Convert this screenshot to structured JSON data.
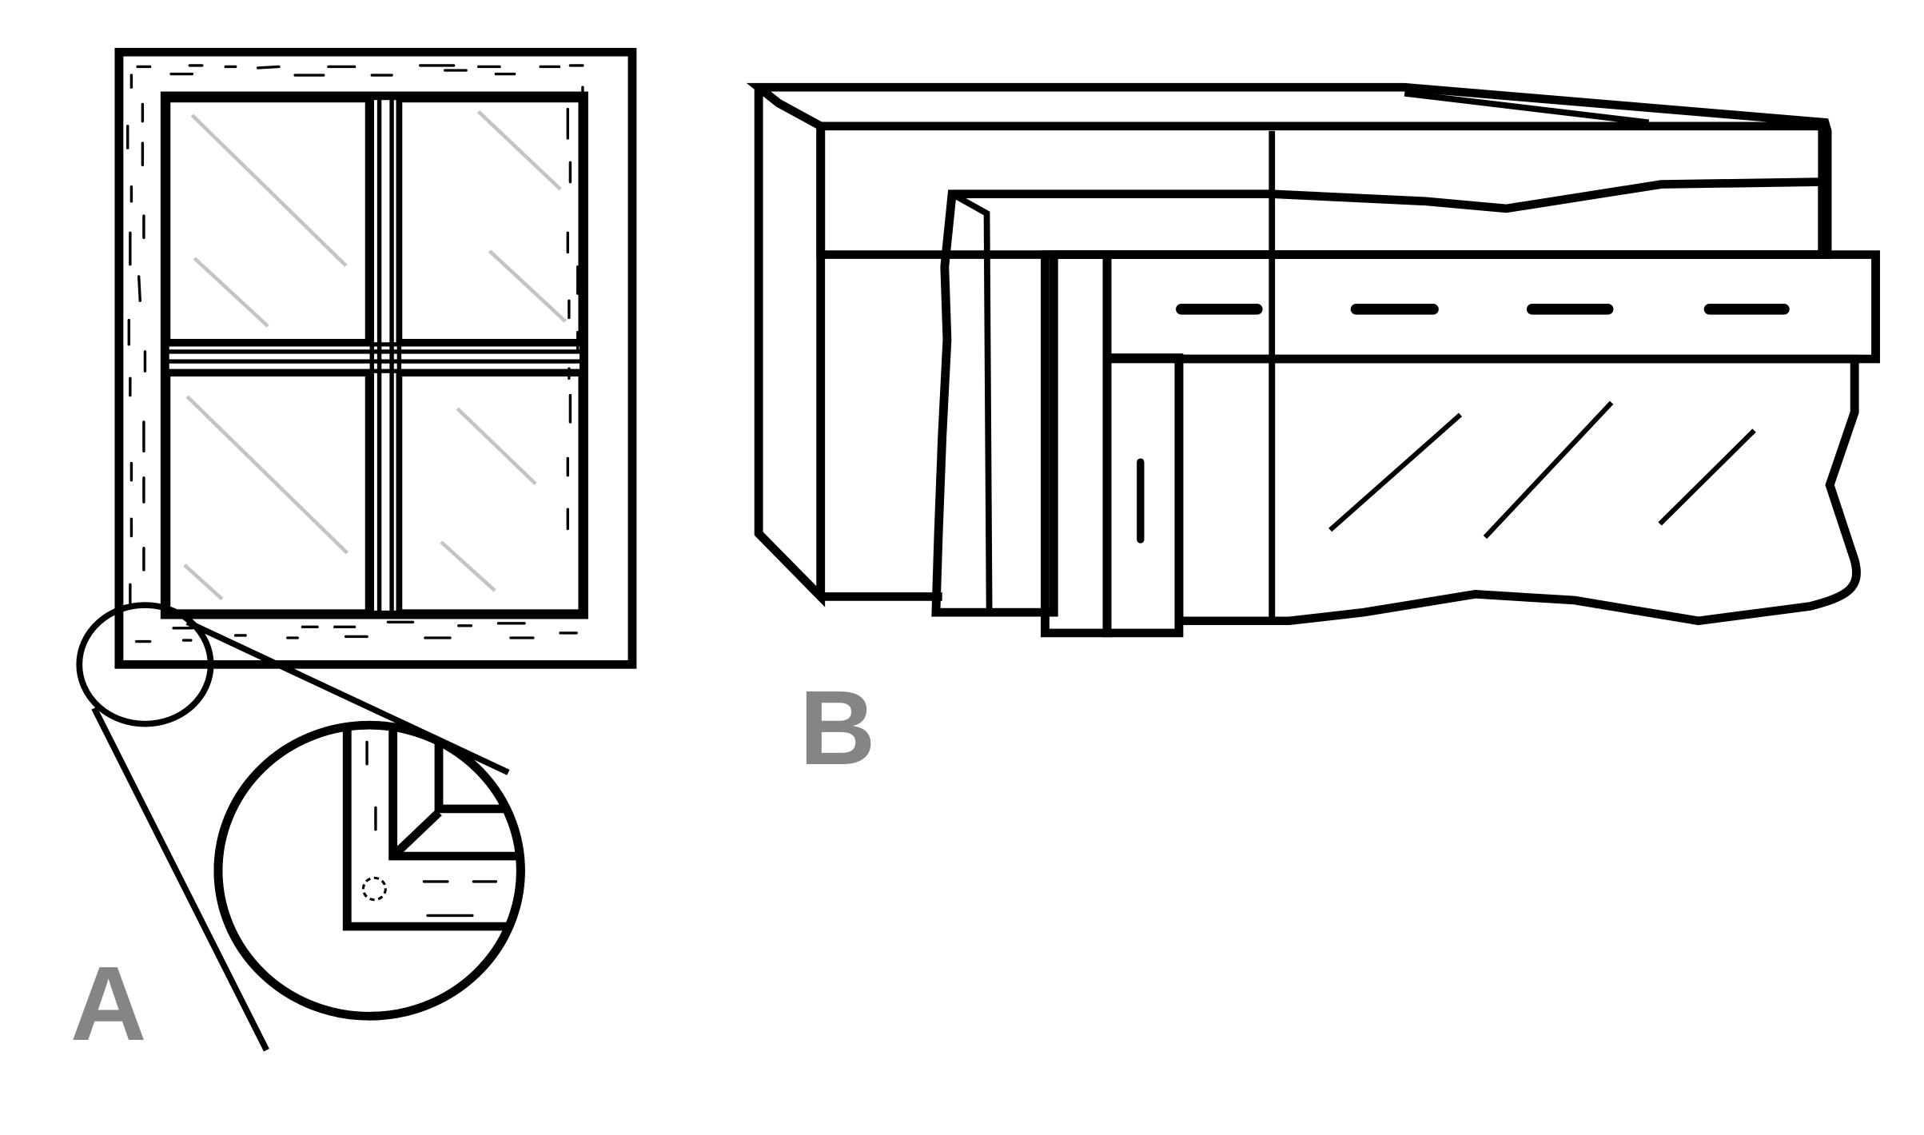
{
  "figure": {
    "type": "technical-illustration",
    "background_color": "#ffffff",
    "line_color": "#000000",
    "glass_glare_color": "#c4c4c4",
    "label_color": "#858585"
  },
  "panels": [
    {
      "id": "A",
      "label": "A",
      "description": "Front view of a four-pane window with a muntin cross, set in a dashed-textured frame; a circular callout magnifies the lower-left frame corner",
      "elements": [
        "outer-frame",
        "inner-sash",
        "muntin-cross",
        "glass-panes-4",
        "glare-lines",
        "corner-callout-circle",
        "magnified-corner-detail"
      ]
    },
    {
      "id": "B",
      "label": "B",
      "description": "Perspective cutaway of layered window frame components: outer casing, wall layer, sash frame with dashed top rail, and glass with glare lines",
      "elements": [
        "outer-casing",
        "wall-layer",
        "sash-frame",
        "dashed-top-rail",
        "handle-slot",
        "glass-section",
        "glare-lines"
      ]
    }
  ],
  "labels": {
    "a": "A",
    "b": "B"
  }
}
